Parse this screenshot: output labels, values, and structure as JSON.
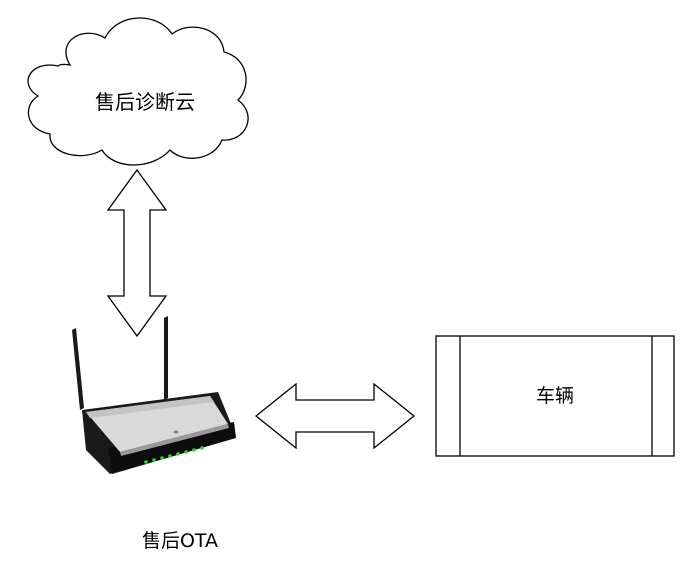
{
  "nodes": {
    "cloud": {
      "label": "售后诊断云"
    },
    "vehicle": {
      "label": "车辆"
    },
    "router": {
      "label": "售后OTA",
      "icon": "wifi-router-icon"
    }
  },
  "edges": [
    {
      "from": "cloud",
      "to": "router",
      "style": "double-arrow"
    },
    {
      "from": "router",
      "to": "vehicle",
      "style": "double-arrow"
    }
  ],
  "colors": {
    "stroke": "#000000",
    "router_body": "#1a1a1a",
    "router_top": "#d9d9d9",
    "led": "#39d02a"
  }
}
